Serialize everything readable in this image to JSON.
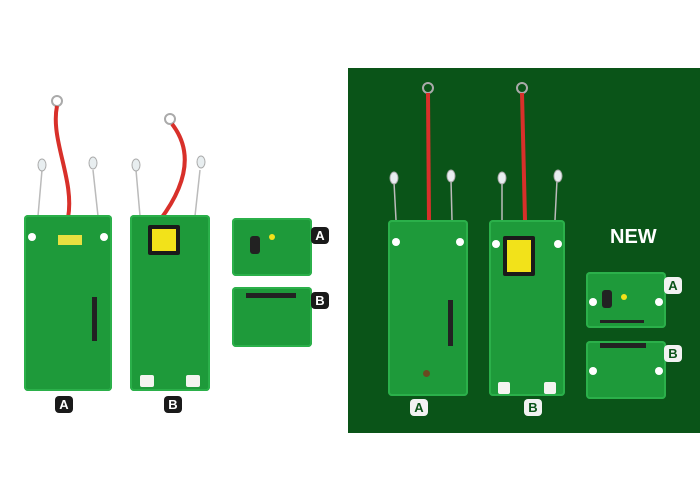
{
  "left_group": {
    "labels": {
      "board_a": "A",
      "board_b": "B",
      "small_a": "A",
      "small_b": "B"
    }
  },
  "right_group": {
    "badge": "NEW",
    "labels": {
      "board_a": "A",
      "board_b": "B",
      "small_a": "A",
      "small_b": "B"
    }
  },
  "colors": {
    "panel_bg": "#0a5418",
    "pcb": "#1e9a3a",
    "wire": "#d8302a",
    "transformer": "#f2e21a"
  }
}
